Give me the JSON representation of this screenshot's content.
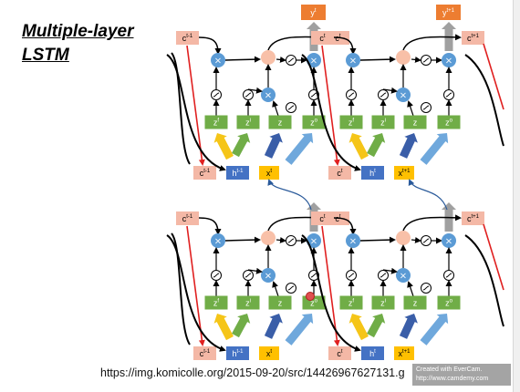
{
  "slide": {
    "title_line1": "Multiple-layer",
    "title_line2": "LSTM",
    "url": "https://img.komicolle.org/2015-09-20/src/14426967627131.g",
    "watermark_line1": "Created with EverCam.",
    "watermark_line2": "http://www.camdemy.com"
  },
  "colors": {
    "cell_state": "#f4b8a6",
    "gate_input": "#70ad47",
    "multiply_node": "#5b9bd5",
    "add_node": "#f8c0a8",
    "hidden": "#4472c4",
    "input": "#ffc000",
    "output": "#ed7d31",
    "input_arrow": "#f5c518",
    "z_arrow": "#3a5ea8",
    "zo_arrow": "#6fa8dc",
    "zi_arrow": "#70ad47"
  },
  "layers": [
    {
      "name": "upper",
      "cells": [
        {
          "c_prev": "c",
          "c_prev_sup": "t-1",
          "c_out": "c",
          "c_out_sup": "t",
          "y": "y",
          "y_sup": "t",
          "h_in": "h",
          "h_in_sup": "t-1",
          "x_in": "x",
          "x_in_sup": "t",
          "gates": [
            {
              "base": "z",
              "sup": "f"
            },
            {
              "base": "z",
              "sup": "i"
            },
            {
              "base": "z",
              "sup": ""
            },
            {
              "base": "z",
              "sup": "o"
            }
          ]
        },
        {
          "c_prev": "c",
          "c_prev_sup": "t",
          "c_out": "c",
          "c_out_sup": "t+1",
          "y": "y",
          "y_sup": "t+1",
          "h_in": "h",
          "h_in_sup": "t",
          "x_in": "x",
          "x_in_sup": "t+1",
          "gates": [
            {
              "base": "z",
              "sup": "f"
            },
            {
              "base": "z",
              "sup": "i"
            },
            {
              "base": "z",
              "sup": ""
            },
            {
              "base": "z",
              "sup": "o"
            }
          ]
        }
      ]
    },
    {
      "name": "lower",
      "cells": [
        {
          "c_prev": "c",
          "c_prev_sup": "t-1",
          "c_out": "c",
          "c_out_sup": "t",
          "h_in": "h",
          "h_in_sup": "t-1",
          "x_in": "x",
          "x_in_sup": "t",
          "gates": [
            {
              "base": "z",
              "sup": "f"
            },
            {
              "base": "z",
              "sup": "i"
            },
            {
              "base": "z",
              "sup": ""
            },
            {
              "base": "z",
              "sup": "o"
            }
          ]
        },
        {
          "c_prev": "c",
          "c_prev_sup": "t",
          "c_out": "c",
          "c_out_sup": "t+1",
          "h_in": "h",
          "h_in_sup": "t",
          "x_in": "x",
          "x_in_sup": "t+1",
          "gates": [
            {
              "base": "z",
              "sup": "f"
            },
            {
              "base": "z",
              "sup": "i"
            },
            {
              "base": "z",
              "sup": ""
            },
            {
              "base": "z",
              "sup": "o"
            }
          ]
        }
      ]
    }
  ]
}
